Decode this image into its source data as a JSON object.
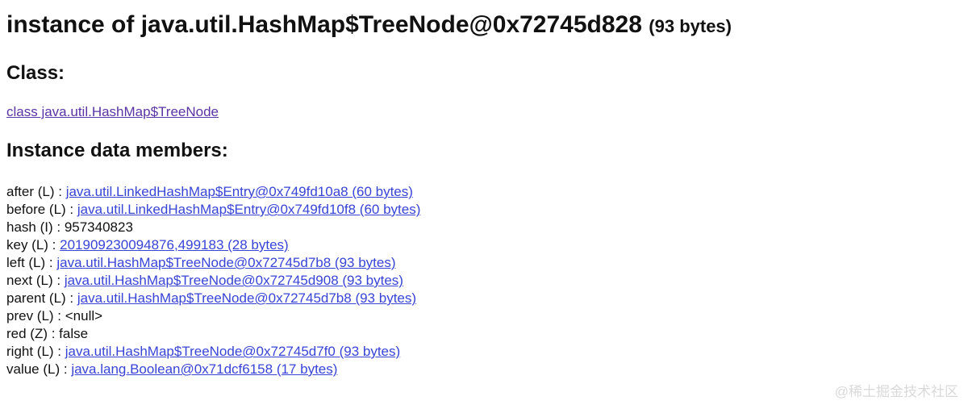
{
  "title": {
    "main": "instance of java.util.HashMap$TreeNode@0x72745d828",
    "size": "(93 bytes)"
  },
  "class_section": {
    "heading": "Class:",
    "link_text": "class java.util.HashMap$TreeNode"
  },
  "members_section": {
    "heading": "Instance data members:",
    "rows": [
      {
        "name": "after",
        "type": "L",
        "value": "java.util.LinkedHashMap$Entry@0x749fd10a8 (60 bytes)",
        "is_link": true
      },
      {
        "name": "before",
        "type": "L",
        "value": "java.util.LinkedHashMap$Entry@0x749fd10f8 (60 bytes)",
        "is_link": true
      },
      {
        "name": "hash",
        "type": "I",
        "value": "957340823",
        "is_link": false
      },
      {
        "name": "key",
        "type": "L",
        "value": "201909230094876,499183 (28 bytes)",
        "is_link": true
      },
      {
        "name": "left",
        "type": "L",
        "value": "java.util.HashMap$TreeNode@0x72745d7b8 (93 bytes)",
        "is_link": true
      },
      {
        "name": "next",
        "type": "L",
        "value": "java.util.HashMap$TreeNode@0x72745d908 (93 bytes)",
        "is_link": true
      },
      {
        "name": "parent",
        "type": "L",
        "value": "java.util.HashMap$TreeNode@0x72745d7b8 (93 bytes)",
        "is_link": true
      },
      {
        "name": "prev",
        "type": "L",
        "value": "<null>",
        "is_link": false
      },
      {
        "name": "red",
        "type": "Z",
        "value": "false",
        "is_link": false
      },
      {
        "name": "right",
        "type": "L",
        "value": "java.util.HashMap$TreeNode@0x72745d7f0 (93 bytes)",
        "is_link": true
      },
      {
        "name": "value",
        "type": "L",
        "value": "java.lang.Boolean@0x71dcf6158 (17 bytes)",
        "is_link": true
      }
    ]
  },
  "watermark": {
    "text": "@稀土掘金技术社区"
  },
  "colors": {
    "text": "#111111",
    "member_link_blue": "#3844d6",
    "class_link_visited_purple": "#5a34a4",
    "watermark_gray": "#d9d9d9",
    "background": "#ffffff"
  }
}
